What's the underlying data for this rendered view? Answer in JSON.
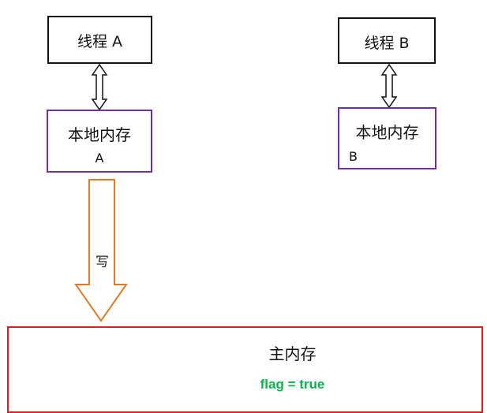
{
  "thread_a": {
    "title": "线程 A"
  },
  "thread_b": {
    "title": "线程 B"
  },
  "local_memory_a": {
    "line1": "本地内存",
    "line2": "A"
  },
  "local_memory_b": {
    "line1": "本地内存",
    "line2": "B"
  },
  "write_arrow": {
    "label": "写"
  },
  "main_memory": {
    "title": "主内存",
    "value": "flag = true"
  },
  "colors": {
    "thread_border": "#111111",
    "local_memory_border": "#7030a0",
    "write_arrow": "#e07b2a",
    "main_memory_border": "#e01e1e",
    "value_text": "#10b050"
  },
  "icons": {
    "thread_local_link": "double-arrow-icon",
    "write_link": "down-arrow-icon"
  }
}
